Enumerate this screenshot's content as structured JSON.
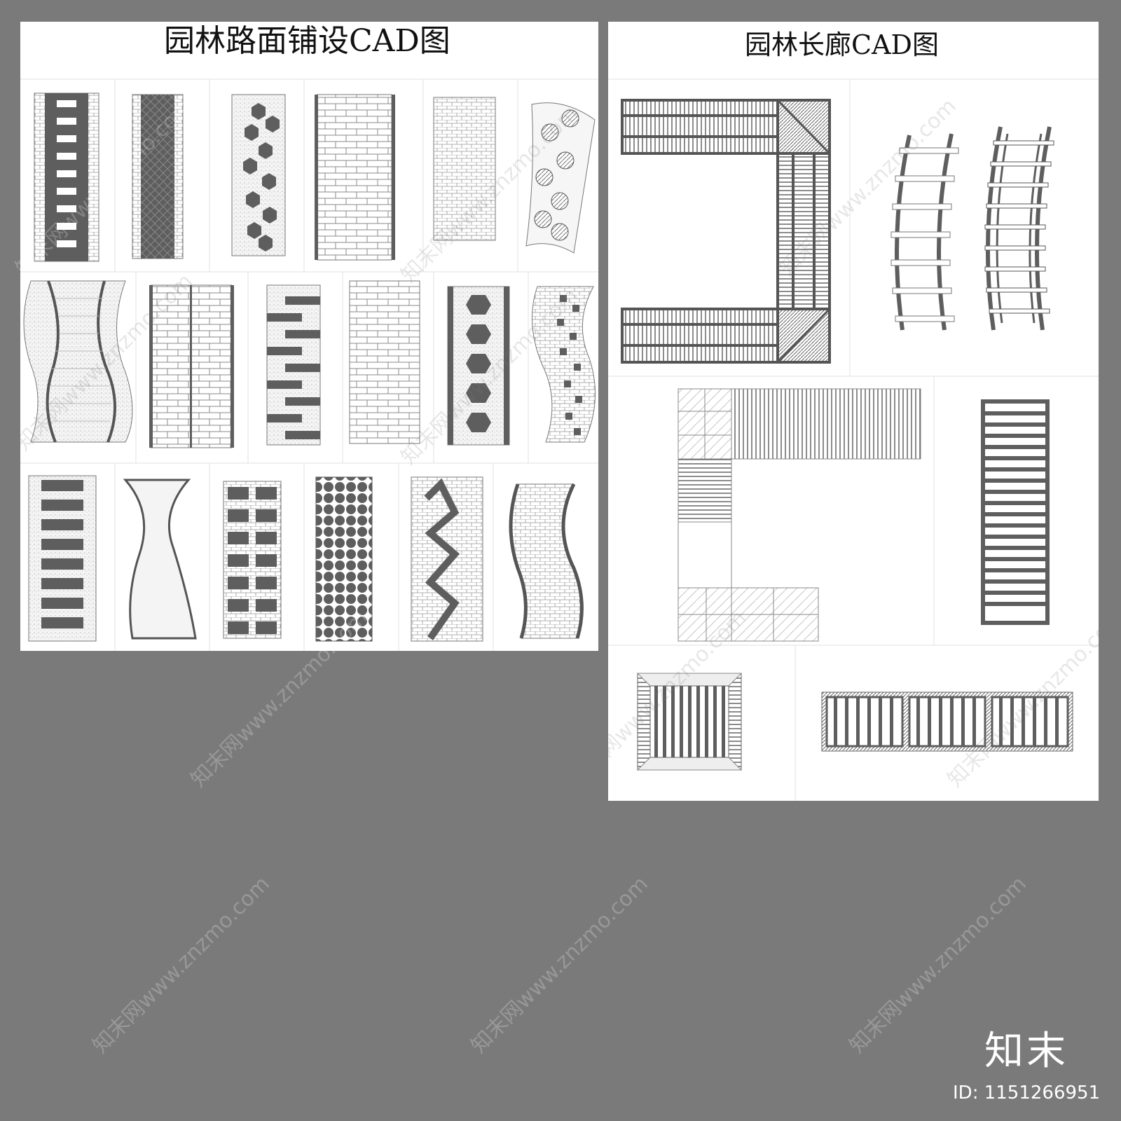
{
  "left_sheet": {
    "title": "园林路面铺设CAD图",
    "pattern_count": 18
  },
  "right_sheet": {
    "title": "园林长廊CAD图",
    "drawing_count": 7
  },
  "watermark": {
    "text": "知末网www.znzmo.com"
  },
  "brand": {
    "logo": "知末",
    "id_label": "ID: 1151266951"
  },
  "colors": {
    "background": "#7a7a7a",
    "sheet": "#ffffff",
    "ink": "#555555",
    "fill_dark": "#5e5e5e"
  }
}
